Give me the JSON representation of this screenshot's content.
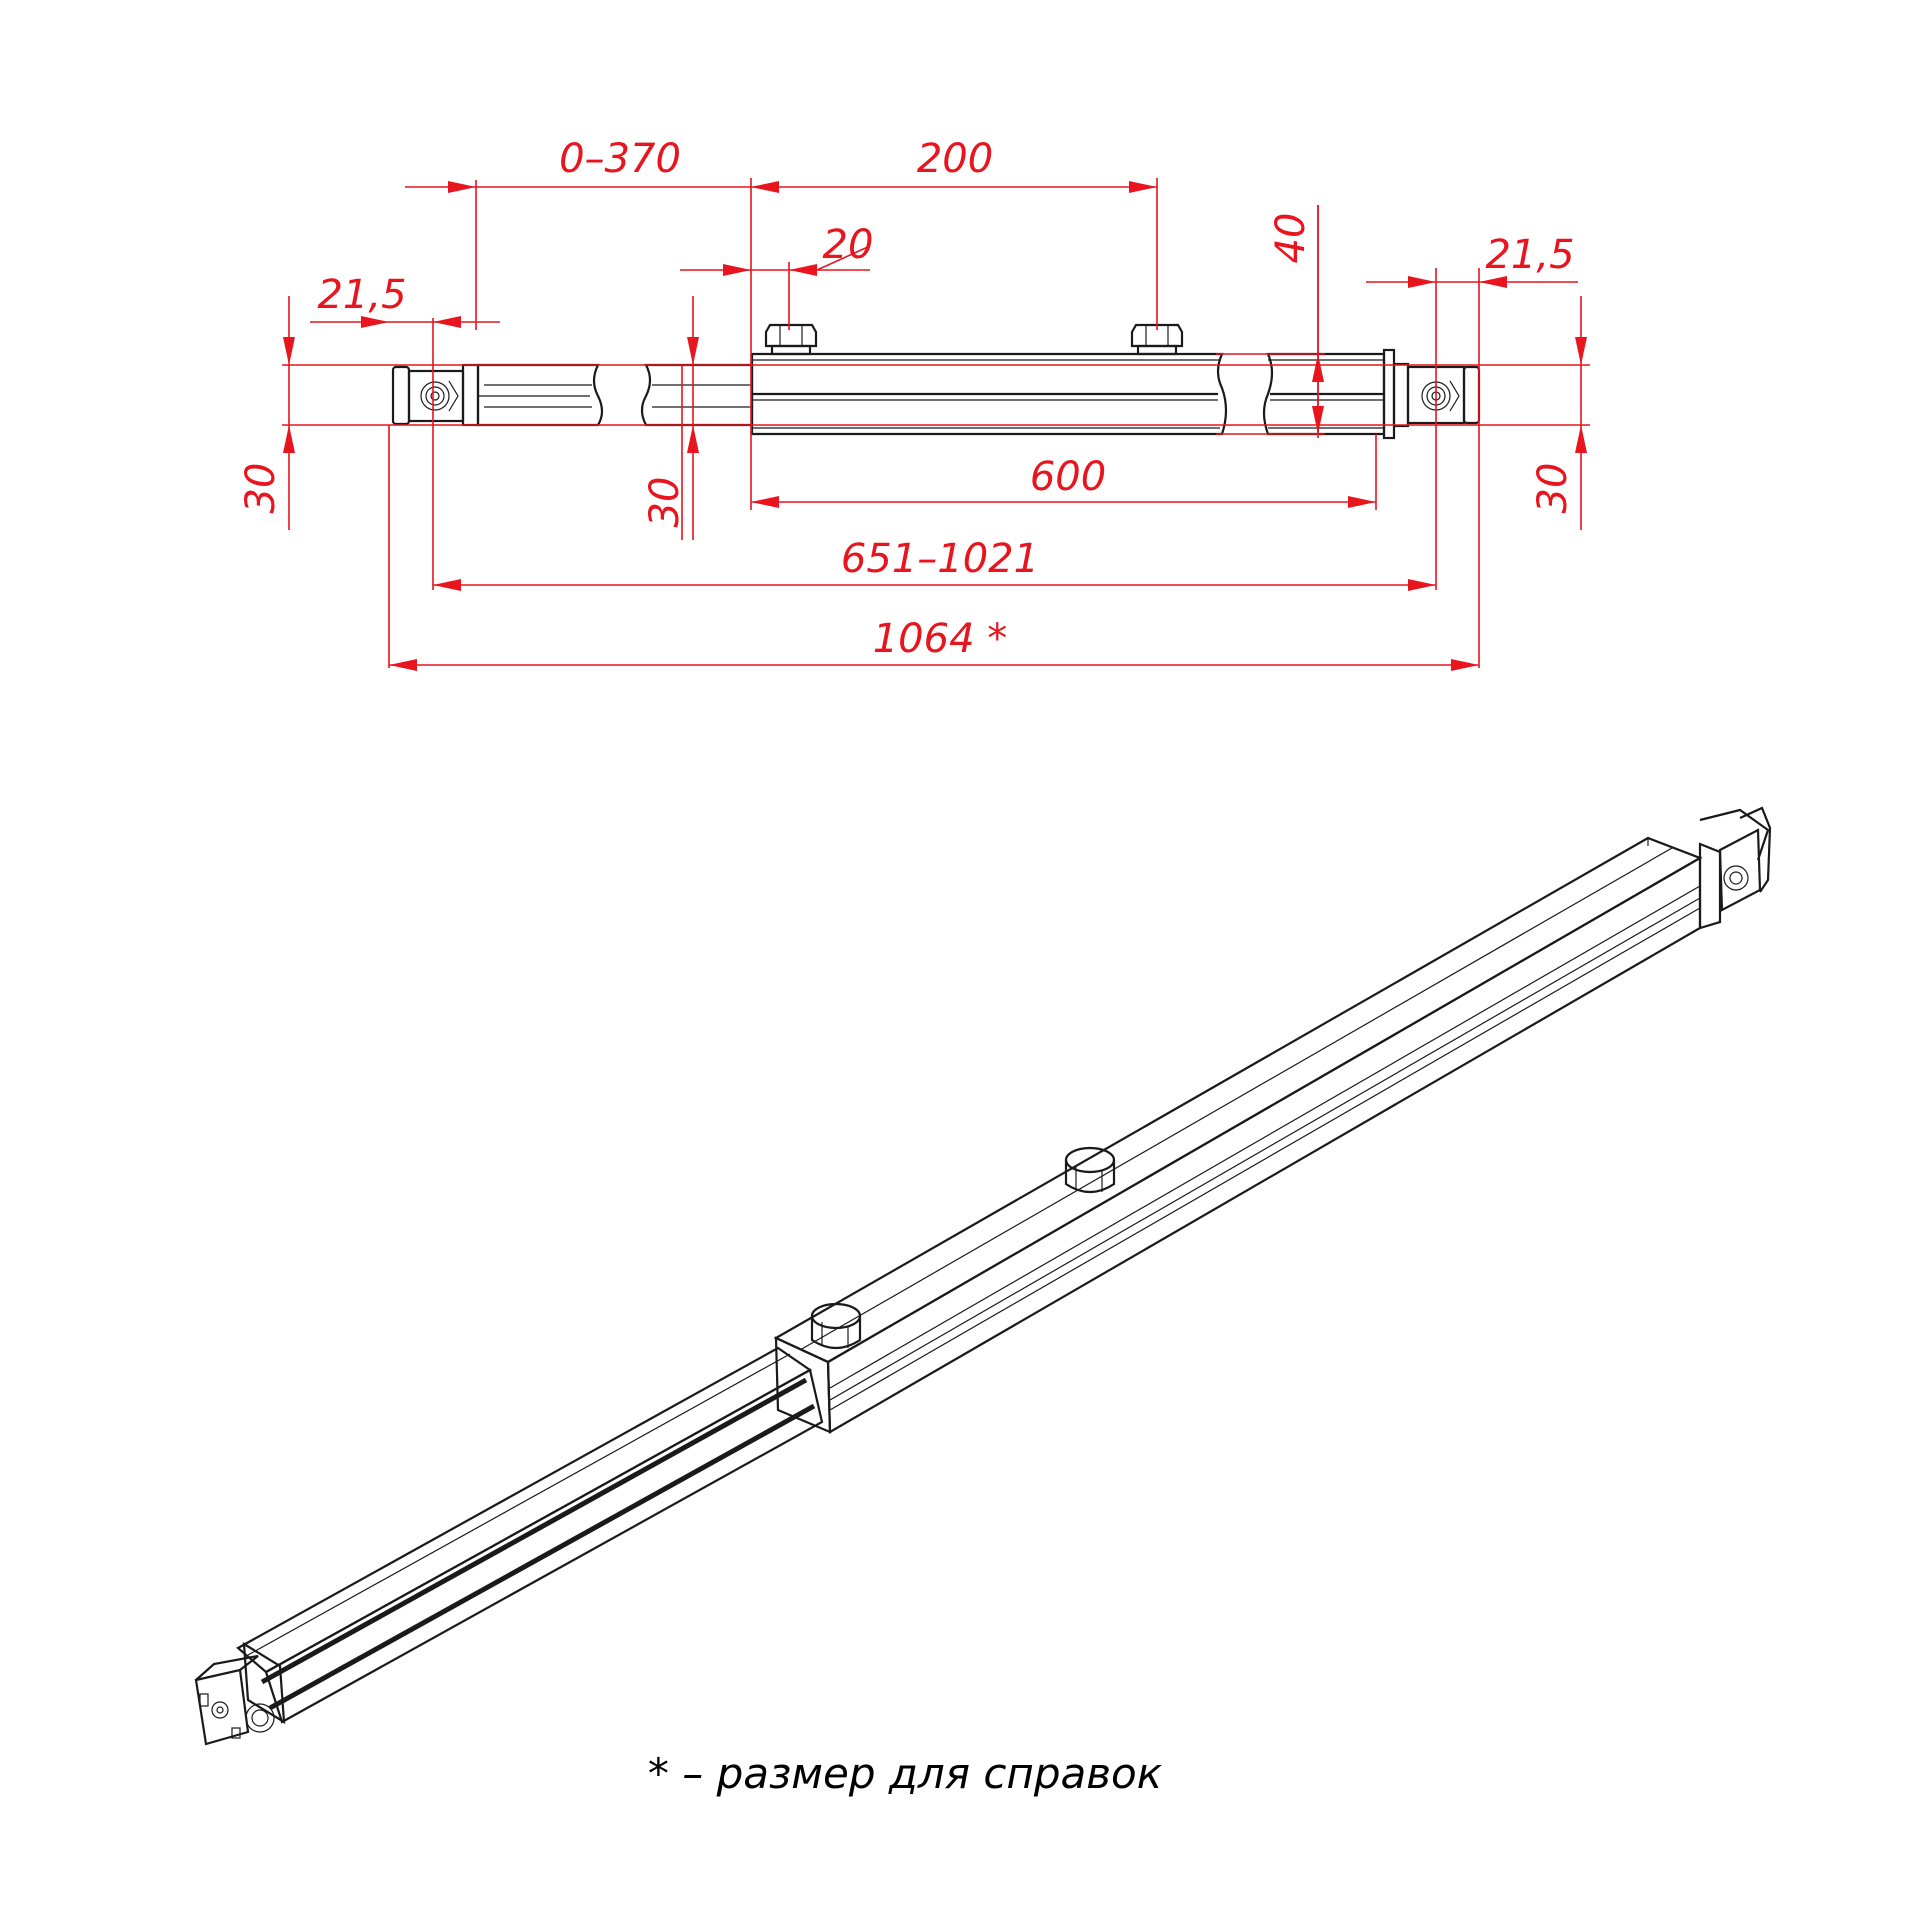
{
  "colors": {
    "dimension": "#e8141e",
    "outline": "#1a1a1a",
    "background": "#ffffff"
  },
  "dimensions": {
    "stroke_range": "0–370",
    "knob_spacing": "200",
    "knob_offset": "20",
    "left_end": "21,5",
    "right_end": "21,5",
    "height_outer": "40",
    "height_left": "30",
    "height_mid": "30",
    "height_right": "30",
    "outer_tube_length": "600",
    "pivot_span": "651–1021",
    "overall_length": "1064 *"
  },
  "footnote": "* – размер для справок"
}
